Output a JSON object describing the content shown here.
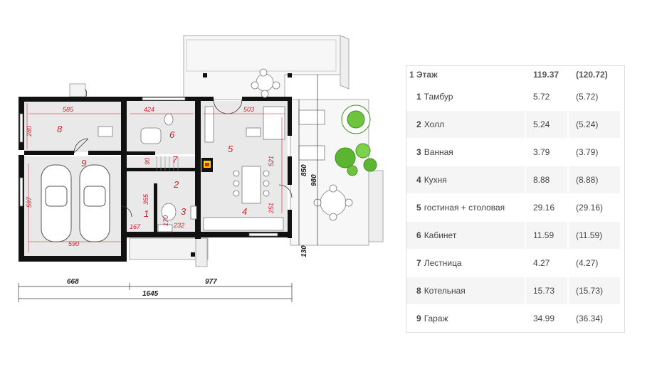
{
  "floor": {
    "title": "1 Этаж",
    "total_area": "119.37",
    "total_gross": "(120.72)"
  },
  "rooms": [
    {
      "num": "1",
      "name": "Тамбур",
      "area": "5.72",
      "gross": "(5.72)"
    },
    {
      "num": "2",
      "name": "Холл",
      "area": "5.24",
      "gross": "(5.24)"
    },
    {
      "num": "3",
      "name": "Ванная",
      "area": "3.79",
      "gross": "(3.79)"
    },
    {
      "num": "4",
      "name": "Кухня",
      "area": "8.88",
      "gross": "(8.88)"
    },
    {
      "num": "5",
      "name": "гостиная + столовая",
      "area": "29.16",
      "gross": "(29.16)"
    },
    {
      "num": "6",
      "name": "Кабинет",
      "area": "11.59",
      "gross": "(11.59)"
    },
    {
      "num": "7",
      "name": "Лестница",
      "area": "4.27",
      "gross": "(4.27)"
    },
    {
      "num": "8",
      "name": "Котельная",
      "area": "15.73",
      "gross": "(15.73)"
    },
    {
      "num": "9",
      "name": "Гараж",
      "area": "34.99",
      "gross": "(36.34)"
    }
  ],
  "plan": {
    "room_labels": [
      "1",
      "2",
      "3",
      "4",
      "5",
      "6",
      "7",
      "8",
      "9"
    ],
    "dims_inner": [
      "585",
      "424",
      "503",
      "280",
      "597",
      "590",
      "90",
      "355",
      "167",
      "170",
      "232",
      "521",
      "251"
    ],
    "dims_outer": [
      "668",
      "977",
      "1645",
      "850",
      "980",
      "130"
    ]
  },
  "colors": {
    "wall": "#111111",
    "room_fill": "#e8e8e8",
    "terrace": "#f6f6f6",
    "dim_red": "#d0202a",
    "plant_green": "#5cb531"
  }
}
